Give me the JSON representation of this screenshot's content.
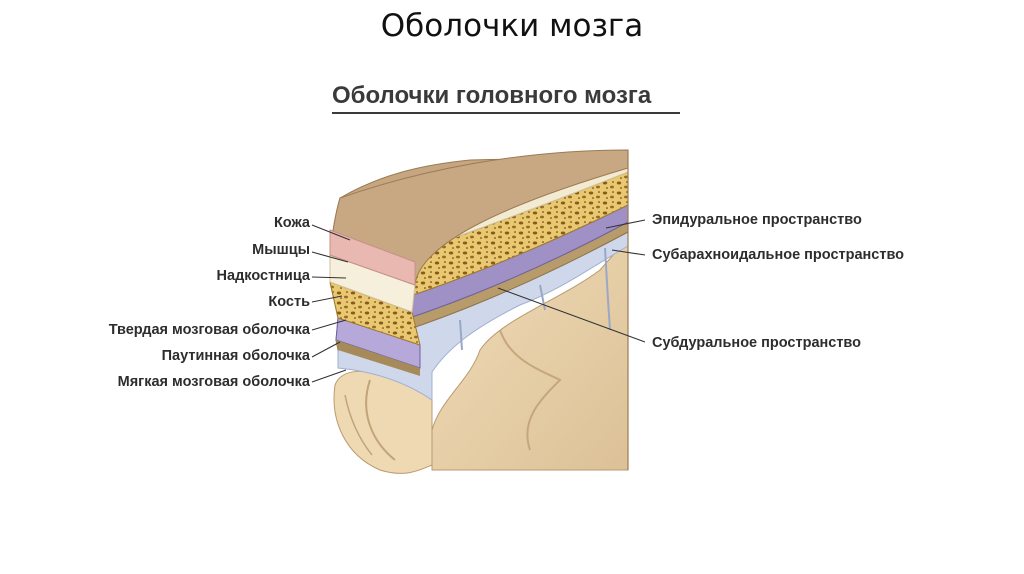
{
  "slide": {
    "title": "Оболочки мозга"
  },
  "figure": {
    "title": "Оболочки головного мозга",
    "left_labels": [
      "Кожа",
      "Мышцы",
      "Надкостница",
      "Кость",
      "Твердая мозговая оболочка",
      "Паутинная  оболочка",
      "Мягкая мозговая оболочка"
    ],
    "right_labels": [
      "Эпидуральное пространство",
      "Субарахноидальное пространство",
      "Субдуральное пространство"
    ]
  },
  "colors": {
    "skin": "#c6a783",
    "skin_edge": "#e8b4b0",
    "muscle": "#f1e8cf",
    "bone": "#e8c870",
    "bone_pores": "#8a5a1c",
    "dura": "#9d8fc4",
    "arachnoid": "#c9b38a",
    "brain": "#e8cfa7",
    "csf_space": "#c9d3e8"
  }
}
